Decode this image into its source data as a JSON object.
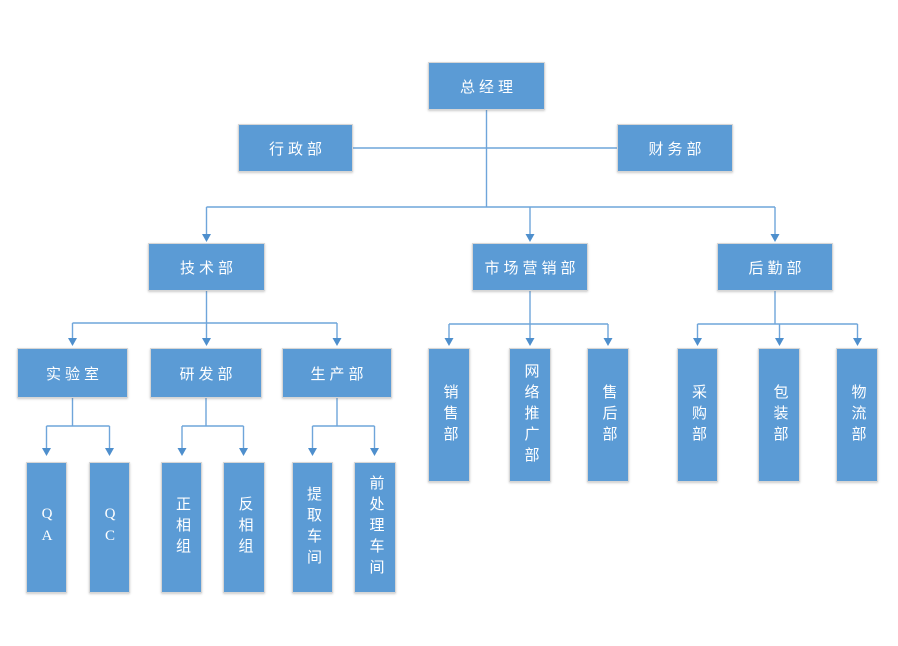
{
  "org": {
    "colors": {
      "node_fill": "#5b9bd5",
      "node_border": "#d6d6d6",
      "node_text": "#ffffff",
      "connector": "#6fa5da",
      "arrowhead": "#4e8fcd",
      "background": "#ffffff"
    },
    "nodes": {
      "general_manager": "总经理",
      "admin_dept": "行政部",
      "finance_dept": "财务部",
      "tech_dept": "技术部",
      "marketing_dept": "市场营销部",
      "rear_service_dept": "后勤部",
      "lab": "实验室",
      "rnd_dept": "研发部",
      "production_dept": "生产部",
      "qa": "QA",
      "qc": "QC",
      "normal_phase_group": "正相组",
      "reverse_phase_group": "反相组",
      "extraction_workshop": "提取车间",
      "pretreatment_workshop": "前处理车间",
      "sales_dept": "销售部",
      "online_promotion_dept": "网络推广部",
      "after_sales_dept": "售后部",
      "purchasing_dept": "采购部",
      "packaging_dept": "包装部",
      "logistics_dept": "物流部"
    },
    "structure": {
      "root": "总经理",
      "staff": [
        "行政部",
        "财务部"
      ],
      "branches": [
        {
          "label": "技术部",
          "children": [
            {
              "label": "实验室",
              "children": [
                "QA",
                "QC"
              ]
            },
            {
              "label": "研发部",
              "children": [
                "正相组",
                "反相组"
              ]
            },
            {
              "label": "生产部",
              "children": [
                "提取车间",
                "前处理车间"
              ]
            }
          ]
        },
        {
          "label": "市场营销部",
          "children": [
            "销售部",
            "网络推广部",
            "售后部"
          ]
        },
        {
          "label": "后勤部",
          "children": [
            "采购部",
            "包装部",
            "物流部"
          ]
        }
      ]
    }
  }
}
